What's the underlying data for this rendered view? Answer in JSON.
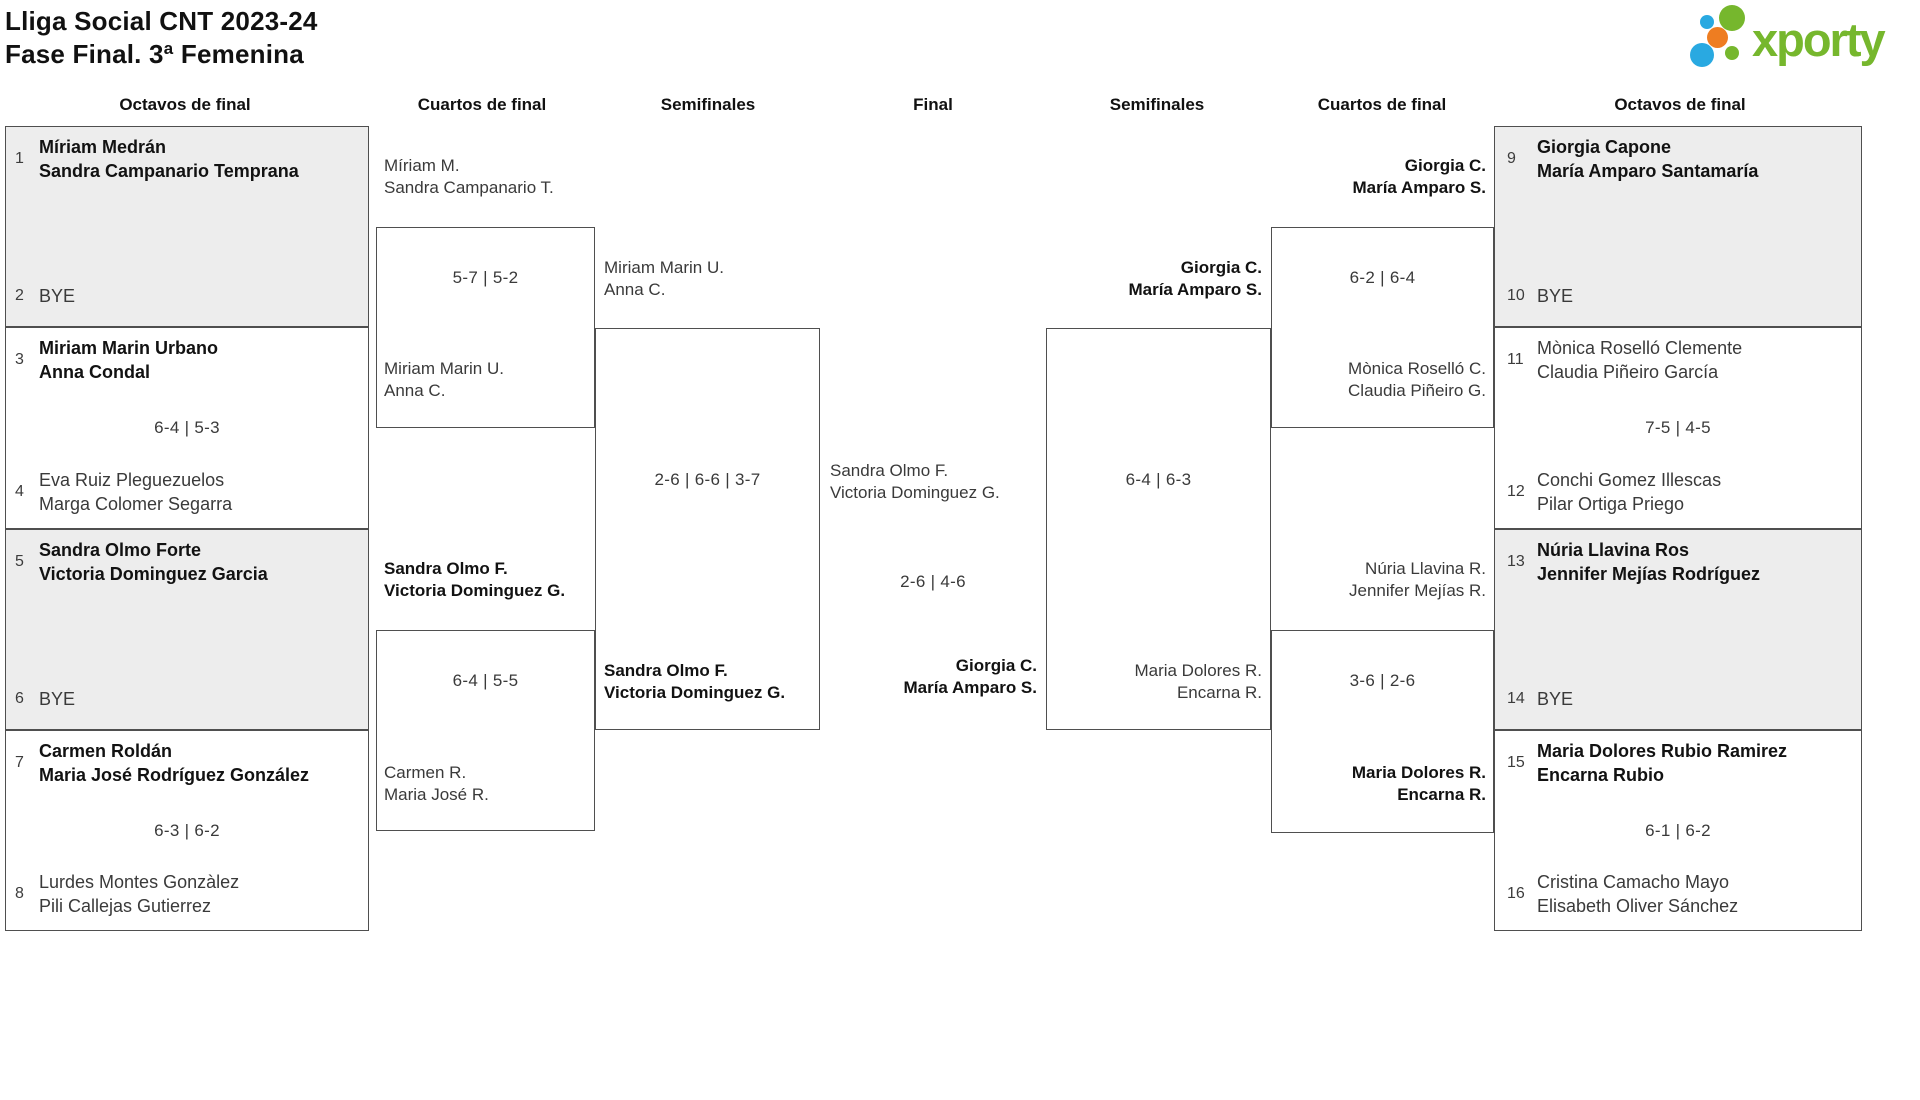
{
  "header": {
    "title_line1": "Lliga Social CNT 2023-24",
    "title_line2": "Fase Final. 3ª Femenina"
  },
  "logo": {
    "text": "xporty"
  },
  "colors": {
    "brand_green": "#76b72d",
    "brand_blue": "#29a9e1",
    "brand_orange": "#ee7d21",
    "box_shade": "#ededed",
    "box_border": "#4f4f4f"
  },
  "round_headers": [
    "Octavos de final",
    "Cuartos de final",
    "Semifinales",
    "Final",
    "Semifinales",
    "Cuartos de final",
    "Octavos de final"
  ],
  "bracket": {
    "r16_left": [
      {
        "seed_top": "1",
        "top1": "Míriam Medrán",
        "top2": "Sandra Campanario Temprana",
        "score": "",
        "seed_bottom": "2",
        "bottom1": "BYE",
        "bottom2": ""
      },
      {
        "seed_top": "3",
        "top1": "Miriam Marin Urbano",
        "top2": "Anna Condal",
        "score": "6-4 | 5-3",
        "seed_bottom": "4",
        "bottom1": "Eva Ruiz Pleguezuelos",
        "bottom2": "Marga Colomer Segarra"
      },
      {
        "seed_top": "5",
        "top1": "Sandra Olmo Forte",
        "top2": "Victoria Dominguez Garcia",
        "score": "",
        "seed_bottom": "6",
        "bottom1": "BYE",
        "bottom2": ""
      },
      {
        "seed_top": "7",
        "top1": "Carmen Roldán",
        "top2": "Maria José Rodríguez González",
        "score": "6-3 | 6-2",
        "seed_bottom": "8",
        "bottom1": "Lurdes Montes Gonzàlez",
        "bottom2": "Pili Callejas Gutierrez"
      }
    ],
    "qf_left": [
      {
        "top1": "Míriam M.",
        "top2": "Sandra Campanario T.",
        "score": "5-7 | 5-2",
        "bottom1": "Miriam Marin U.",
        "bottom2": "Anna C."
      },
      {
        "top1": "Sandra Olmo F.",
        "top2": "Victoria Dominguez G.",
        "score": "6-4 | 5-5",
        "bottom1": "Carmen R.",
        "bottom2": "Maria José R."
      }
    ],
    "sf_left": {
      "top1": "Miriam Marin U.",
      "top2": "Anna C.",
      "score": "2-6 | 6-6 | 3-7",
      "bottom1": "Sandra Olmo F.",
      "bottom2": "Victoria Dominguez G."
    },
    "final": {
      "team1_line1": "Sandra Olmo F.",
      "team1_line2": "Victoria Dominguez G.",
      "score": "2-6 | 4-6",
      "team2_line1": "Giorgia C.",
      "team2_line2": "María Amparo S."
    },
    "sf_right": {
      "top1": "Giorgia C.",
      "top2": "María Amparo S.",
      "score": "6-4 | 6-3",
      "bottom1": "Maria Dolores R.",
      "bottom2": "Encarna R."
    },
    "qf_right": [
      {
        "top1": "Giorgia C.",
        "top2": "María Amparo S.",
        "score": "6-2 | 6-4",
        "bottom1": "Mònica Roselló C.",
        "bottom2": "Claudia Piñeiro G."
      },
      {
        "top1": "Núria Llavina R.",
        "top2": "Jennifer Mejías R.",
        "score": "3-6 | 2-6",
        "bottom1": "Maria Dolores R.",
        "bottom2": "Encarna R."
      }
    ],
    "r16_right": [
      {
        "seed_top": "9",
        "top1": "Giorgia Capone",
        "top2": "María Amparo Santamaría",
        "score": "",
        "seed_bottom": "10",
        "bottom1": "BYE",
        "bottom2": ""
      },
      {
        "seed_top": "11",
        "top1": "Mònica Roselló Clemente",
        "top2": "Claudia Piñeiro García",
        "score": "7-5 | 4-5",
        "seed_bottom": "12",
        "bottom1": "Conchi Gomez Illescas",
        "bottom2": "Pilar Ortiga Priego"
      },
      {
        "seed_top": "13",
        "top1": "Núria Llavina Ros",
        "top2": "Jennifer Mejías Rodríguez",
        "score": "",
        "seed_bottom": "14",
        "bottom1": "BYE",
        "bottom2": ""
      },
      {
        "seed_top": "15",
        "top1": "Maria Dolores Rubio Ramirez",
        "top2": "Encarna Rubio",
        "score": "6-1 | 6-2",
        "seed_bottom": "16",
        "bottom1": "Cristina Camacho Mayo",
        "bottom2": "Elisabeth Oliver Sánchez"
      }
    ]
  }
}
